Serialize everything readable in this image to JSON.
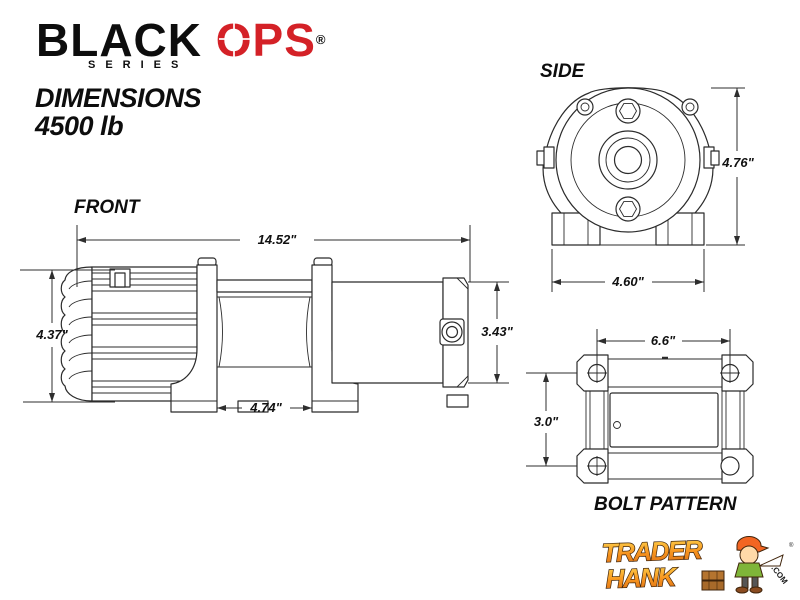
{
  "brand": {
    "black": "BLACK",
    "ops_o": "O",
    "ops_ps": "PS",
    "reg": "®",
    "series": "SERIES"
  },
  "heading": {
    "line1": "DIMENSIONS",
    "line2": "4500 lb"
  },
  "views": {
    "front": {
      "label": "FRONT",
      "dim_overall_width": "14.52\"",
      "dim_overall_height": "4.37\"",
      "dim_control_box_height": "3.43\"",
      "dim_drum_width": "4.74\""
    },
    "side": {
      "label": "SIDE",
      "dim_height": "4.76\"",
      "dim_width": "4.60\""
    },
    "bolt_pattern": {
      "label": "BOLT PATTERN",
      "dim_width": "6.6\"",
      "dim_height": "3.0\""
    }
  },
  "watermark": {
    "line1": "TRADER",
    "line2": "HANK",
    "com": ".COM",
    "reg": "®"
  },
  "colors": {
    "brand_red": "#d42127",
    "line": "#2b2b2b",
    "trader_orange": "#f7941e"
  }
}
